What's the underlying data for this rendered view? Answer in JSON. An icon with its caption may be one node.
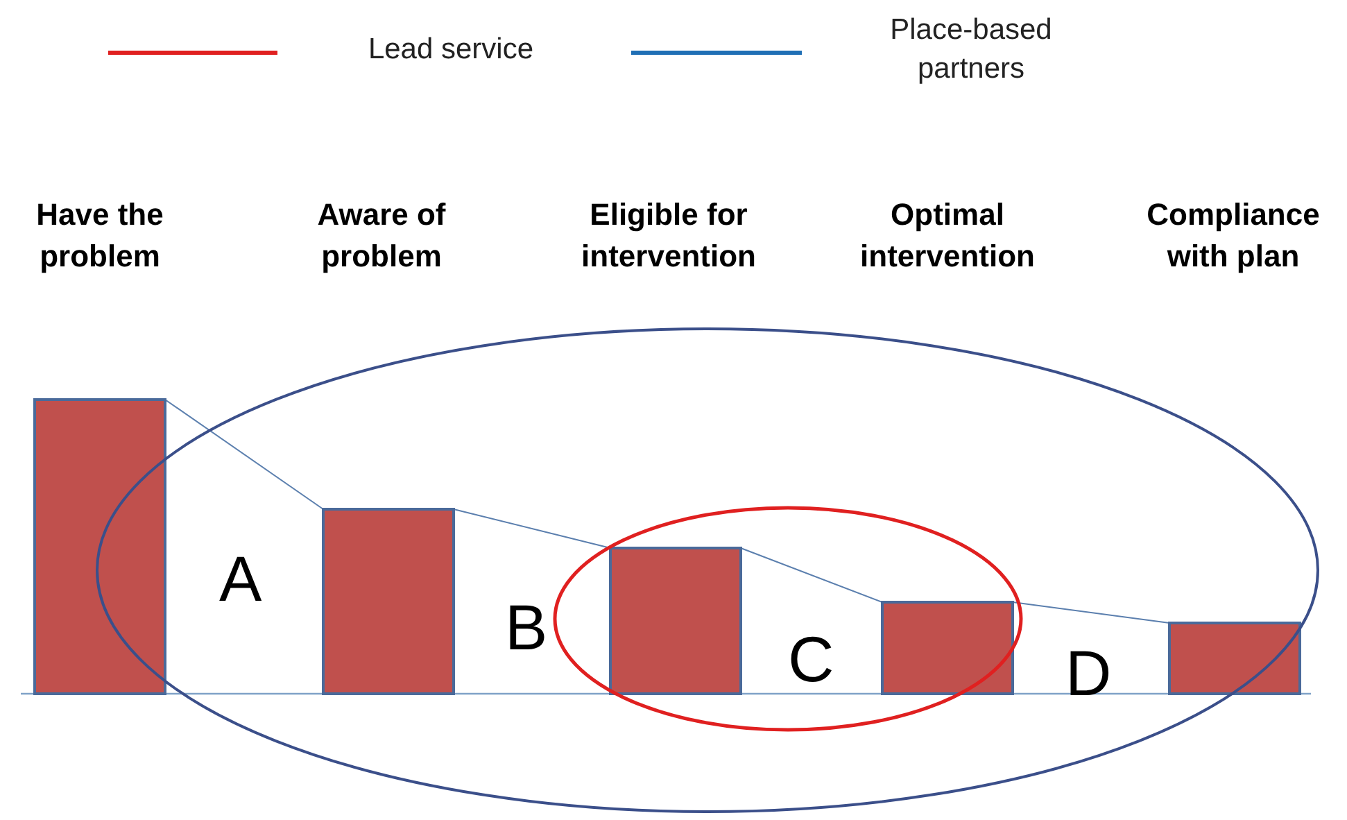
{
  "diagram": {
    "nodes": [
      {
        "text": [],
        "shape": "bar"
      },
      {
        "text": [],
        "shape": "bar"
      },
      {
        "text": [],
        "shape": "bar"
      },
      {
        "text": [],
        "shape": "bar"
      },
      {
        "text": [],
        "shape": "bar"
      }
    ],
    "edges": [
      {
        "from": 0,
        "to": 1,
        "arrow": "none"
      },
      {
        "from": 1,
        "to": 2,
        "arrow": "none"
      },
      {
        "from": 2,
        "to": 3,
        "arrow": "none"
      },
      {
        "from": 3,
        "to": 4,
        "arrow": "none"
      }
    ],
    "labels": [
      "Have the problem",
      "Aware of problem",
      "Eligible for intervention",
      "Optimal intervention",
      "Compliance with plan",
      "A",
      "B",
      "C",
      "D"
    ],
    "legend": [
      {
        "text": "Lead service"
      },
      {
        "text": "Place-based partners"
      }
    ]
  }
}
